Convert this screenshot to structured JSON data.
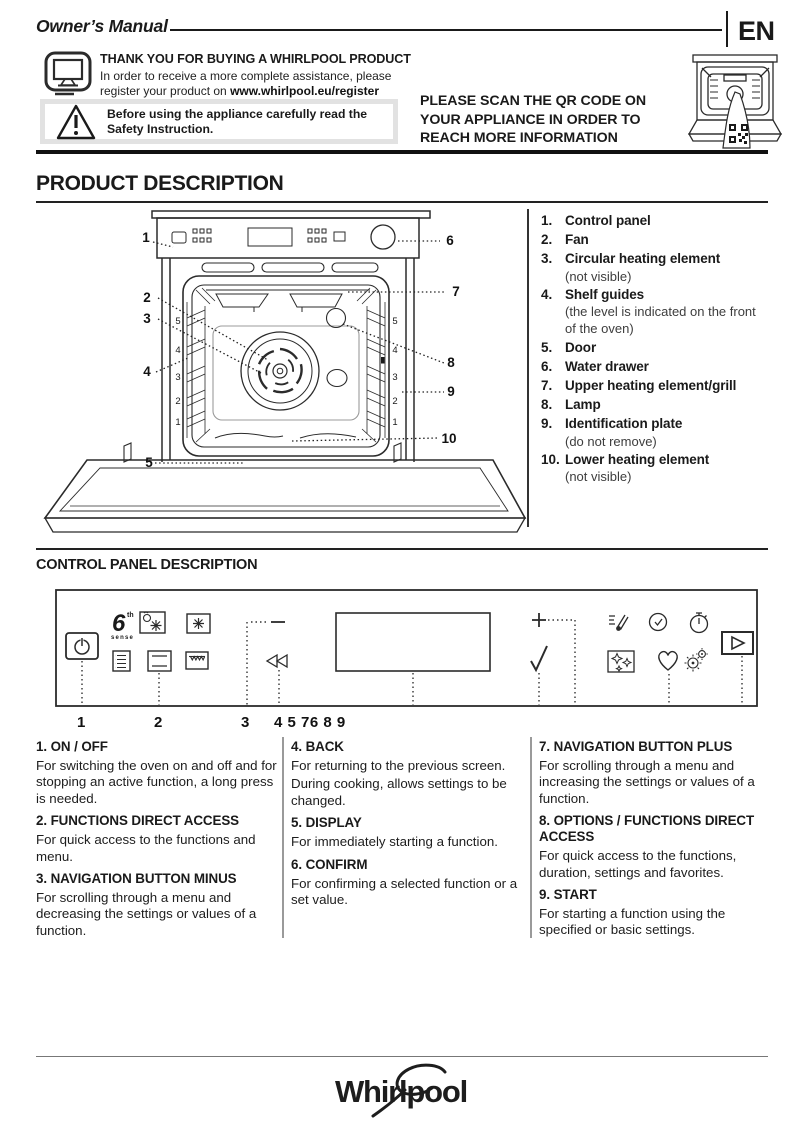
{
  "header": {
    "manual_title": "Owner’s Manual",
    "language_code": "EN",
    "thank_you": {
      "title": "THANK YOU FOR BUYING A  WHIRLPOOL PRODUCT",
      "line1": "In order to receive a more complete assistance, please",
      "line2_prefix": "register your product on ",
      "register_url": "www.whirlpool.eu/register"
    },
    "safety_warning": "Before using the appliance carefully read the Safety Instruction.",
    "qr_note": {
      "line1": "PLEASE SCAN THE QR CODE ON",
      "line2": "YOUR APPLIANCE IN ORDER TO",
      "line3": "REACH MORE INFORMATION"
    }
  },
  "product_description": {
    "title": "PRODUCT DESCRIPTION",
    "items": [
      {
        "num": "1.",
        "label": "Control panel",
        "note": ""
      },
      {
        "num": "2.",
        "label": "Fan",
        "note": ""
      },
      {
        "num": "3.",
        "label": "Circular heating element",
        "note": "(not visible)"
      },
      {
        "num": "4.",
        "label": "Shelf guides",
        "note": "(the level is indicated on the front of the oven)"
      },
      {
        "num": "5.",
        "label": "Door",
        "note": ""
      },
      {
        "num": "6.",
        "label": "Water drawer",
        "note": ""
      },
      {
        "num": "7.",
        "label": "Upper heating element/grill",
        "note": ""
      },
      {
        "num": "8.",
        "label": "Lamp",
        "note": ""
      },
      {
        "num": "9.",
        "label": "Identification plate",
        "note": "(do not remove)"
      },
      {
        "num": "10.",
        "label": "Lower heating element",
        "note": "(not visible)"
      }
    ],
    "callouts": [
      "1",
      "2",
      "3",
      "4",
      "5",
      "6",
      "7",
      "8",
      "9",
      "10"
    ],
    "shelf_levels": [
      "5",
      "4",
      "3",
      "2",
      "1"
    ]
  },
  "control_panel": {
    "title": "CONTROL PANEL DESCRIPTION",
    "sixth_sense": {
      "numeral": "6",
      "sup": "th",
      "word": "sense"
    },
    "callout_numbers": {
      "n1": "1",
      "n2": "2",
      "n3": "3",
      "cluster": "4 5 76 8 9"
    },
    "columns": [
      {
        "entries": [
          {
            "heading": "1. ON / OFF",
            "body": "For switching the oven on and off and for stopping an active function, a long press is needed."
          },
          {
            "heading": "2. FUNCTIONS DIRECT ACCESS",
            "body": "For quick access to the functions and menu."
          },
          {
            "heading": "3. NAVIGATION BUTTON MINUS",
            "body": "For scrolling through a menu and decreasing the settings or values of a function."
          }
        ]
      },
      {
        "entries": [
          {
            "heading": "4. BACK",
            "body": "For returning to the previous screen.",
            "body2": "During cooking, allows settings to be changed."
          },
          {
            "heading": "5. DISPLAY",
            "body": "For immediately starting a function."
          },
          {
            "heading": "6. CONFIRM",
            "body": "For confirming a selected function or a set value."
          }
        ]
      },
      {
        "entries": [
          {
            "heading": "7. NAVIGATION BUTTON PLUS",
            "body": "For scrolling through a menu and increasing the settings or values of a function."
          },
          {
            "heading": "8. OPTIONS / FUNCTIONS DIRECT ACCESS",
            "body": "For quick access to the functions, duration, settings and favorites."
          },
          {
            "heading": "9. START",
            "body": "For starting a function using the specified or basic settings."
          }
        ]
      }
    ]
  },
  "footer": {
    "brand": "Whirlpool"
  }
}
